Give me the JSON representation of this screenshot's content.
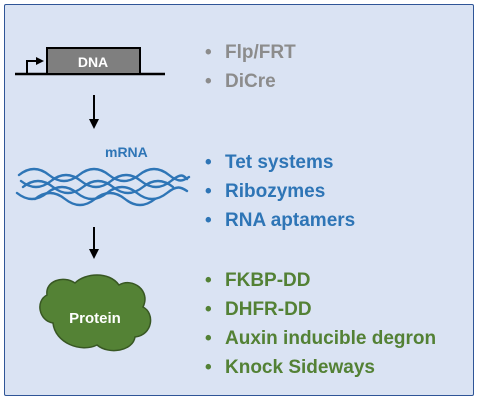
{
  "diagram": {
    "dna_label": "DNA",
    "mrna_label": "mRNA",
    "protein_label": "Protein"
  },
  "lists": {
    "dna_methods": [
      "Flp/FRT",
      "DiCre"
    ],
    "rna_methods": [
      "Tet systems",
      "Ribozymes",
      "RNA aptamers"
    ],
    "protein_methods": [
      "FKBP-DD",
      "DHFR-DD",
      "Auxin inducible degron",
      "Knock Sideways"
    ]
  },
  "colors": {
    "background": "#dae3f3",
    "border": "#2f5597",
    "dna_gray": "#8c8c8c",
    "rna_blue": "#2e75b6",
    "protein_green": "#538135",
    "protein_fill": "#548235",
    "protein_outline": "#385723",
    "dna_box_fill": "#7f7f7f"
  }
}
